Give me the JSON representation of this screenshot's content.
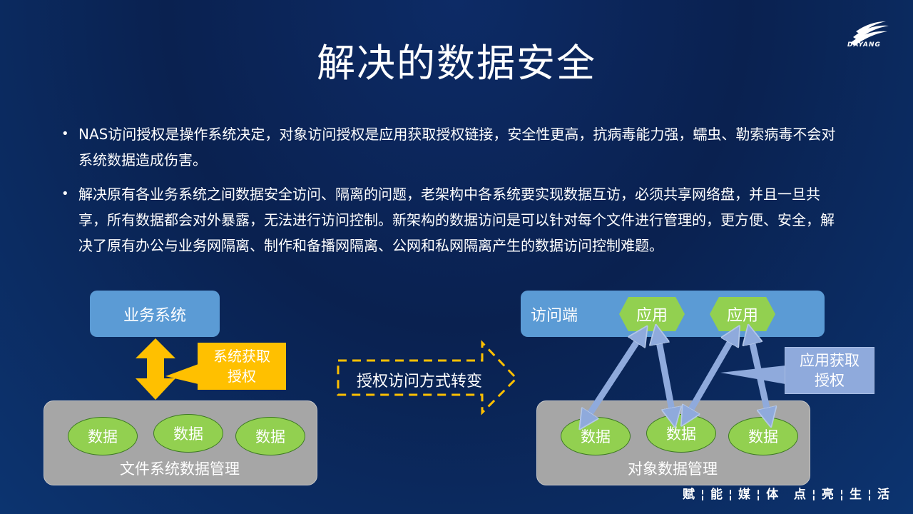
{
  "brand": {
    "logo_text": "DAYANG"
  },
  "title": "解决的数据安全",
  "bullets": [
    "NAS访问授权是操作系统决定，对象访问授权是应用获取授权链接，安全性更高，抗病毒能力强，蠕虫、勒索病毒不会对系统数据造成伤害。",
    "解决原有各业务系统之间数据安全访问、隔离的问题，老架构中各系统要实现数据互访，必须共享网络盘，并且一旦共享，所有数据都会对外暴露，无法进行访问控制。新架构的数据访问是可以针对每个文件进行管理的，更方便、安全，解决了原有办公与业务网隔离、制作和备播网隔离、公网和私网隔离产生的数据访问控制难题。"
  ],
  "bullet_glyph": "•",
  "left_diagram": {
    "business_system": "业务系统",
    "callout": "系统获取\n授权",
    "data_items": [
      "数据",
      "数据",
      "数据"
    ],
    "group_label": "文件系统数据管理"
  },
  "transition_label": "授权访问方式转变",
  "right_diagram": {
    "access_label": "访问端",
    "apps": [
      "应用",
      "应用"
    ],
    "callout": "应用获取\n授权",
    "data_items": [
      "数据",
      "数据",
      "数据"
    ],
    "group_label": "对象数据管理"
  },
  "tagline": "赋 ¦ 能 ¦ 媒 ¦ 体   点 ¦ 亮 ¦ 生 ¦ 活",
  "colors": {
    "blue_box": "#5b9bd5",
    "green_data": "#92d050",
    "grey_group": "#a6a6a6",
    "yellow_callout": "#ffc000",
    "light_blue_callout": "#8faadc",
    "arrow_blue": "#8faadc"
  }
}
